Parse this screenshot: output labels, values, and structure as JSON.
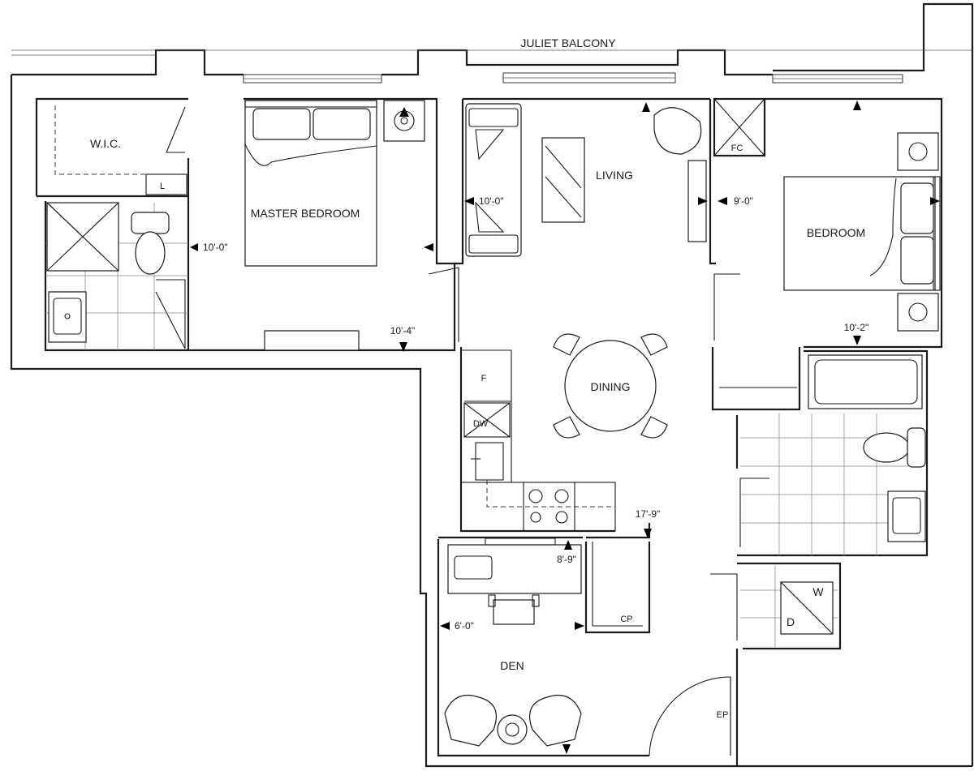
{
  "labels": {
    "balcony": "JULIET BALCONY",
    "wic": "W.I.C.",
    "linen": "L",
    "master_bedroom": "MASTER BEDROOM",
    "living": "LIVING",
    "fc": "FC",
    "bedroom": "BEDROOM",
    "dining": "DINING",
    "fridge": "F",
    "dishwasher": "DW",
    "cp": "CP",
    "den": "DEN",
    "washer": "W",
    "dryer": "D",
    "ep": "EP"
  },
  "dimensions": {
    "master_width": "10'-0\"",
    "master_length": "10'-4\"",
    "living_width": "10'-0\"",
    "living_right": "9'-0\"",
    "bedroom_length": "10'-2\"",
    "kitchen_length": "17'-9\"",
    "den_length": "8'-9\"",
    "den_width": "6'-0\""
  }
}
